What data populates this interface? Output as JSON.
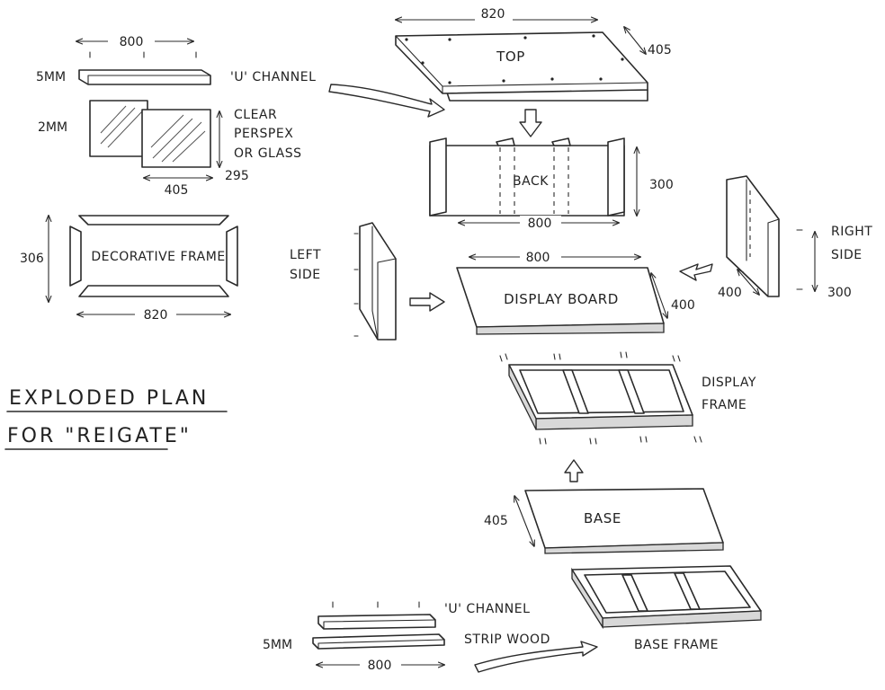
{
  "title": {
    "line1": "EXPLODED PLAN",
    "line2": "FOR \"REIGATE\""
  },
  "parts": {
    "top": {
      "label": "TOP",
      "width": "820",
      "depth": "405"
    },
    "back": {
      "label": "BACK",
      "width": "800",
      "height": "300"
    },
    "display_board": {
      "label": "DISPLAY BOARD",
      "width": "800",
      "depth": "400"
    },
    "display_frame": {
      "label_line1": "DISPLAY",
      "label_line2": "FRAME"
    },
    "base": {
      "label": "BASE",
      "depth": "405"
    },
    "base_frame": {
      "label": "BASE FRAME"
    },
    "left_side": {
      "label_line1": "LEFT",
      "label_line2": "SIDE"
    },
    "right_side": {
      "label_line1": "RIGHT",
      "label_line2": "SIDE",
      "depth": "400",
      "height": "300"
    },
    "u_channel_top": {
      "label": "'U' CHANNEL",
      "length": "800",
      "thickness": "5MM"
    },
    "perspex": {
      "label_line1": "CLEAR",
      "label_line2": "PERSPEX",
      "label_line3": "OR GLASS",
      "thickness": "2MM",
      "width": "405",
      "height": "295"
    },
    "decorative_frame": {
      "label": "DECORATIVE FRAME",
      "width": "820",
      "height": "306"
    },
    "u_channel_bottom": {
      "label": "'U' CHANNEL",
      "strip_label": "STRIP WOOD",
      "length": "800",
      "thickness": "5MM"
    }
  }
}
